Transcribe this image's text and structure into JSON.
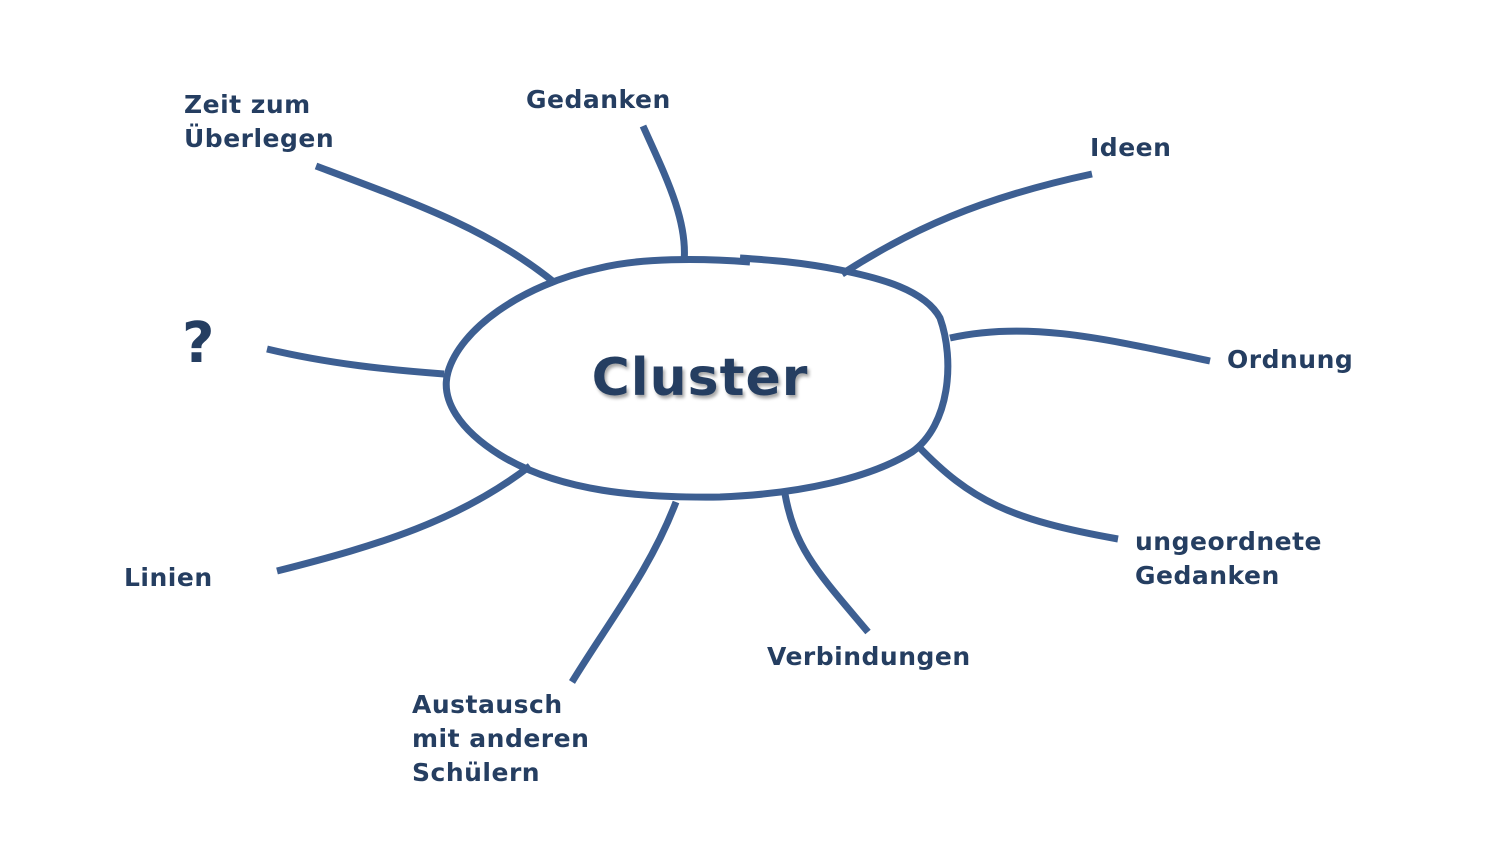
{
  "diagram": {
    "center": "Cluster",
    "colors": {
      "line": "#3d5f92",
      "text": "#253e61",
      "background": "#ffffff"
    },
    "branches": {
      "zeit": "Zeit zum\nÜberlegen",
      "gedanken": "Gedanken",
      "ideen": "Ideen",
      "question": "?",
      "ordnung": "Ordnung",
      "linien": "Linien",
      "ungeordnete": "ungeordnete\nGedanken",
      "verbindungen": "Verbindungen",
      "austausch": "Austausch\nmit anderen\nSchülern"
    }
  }
}
